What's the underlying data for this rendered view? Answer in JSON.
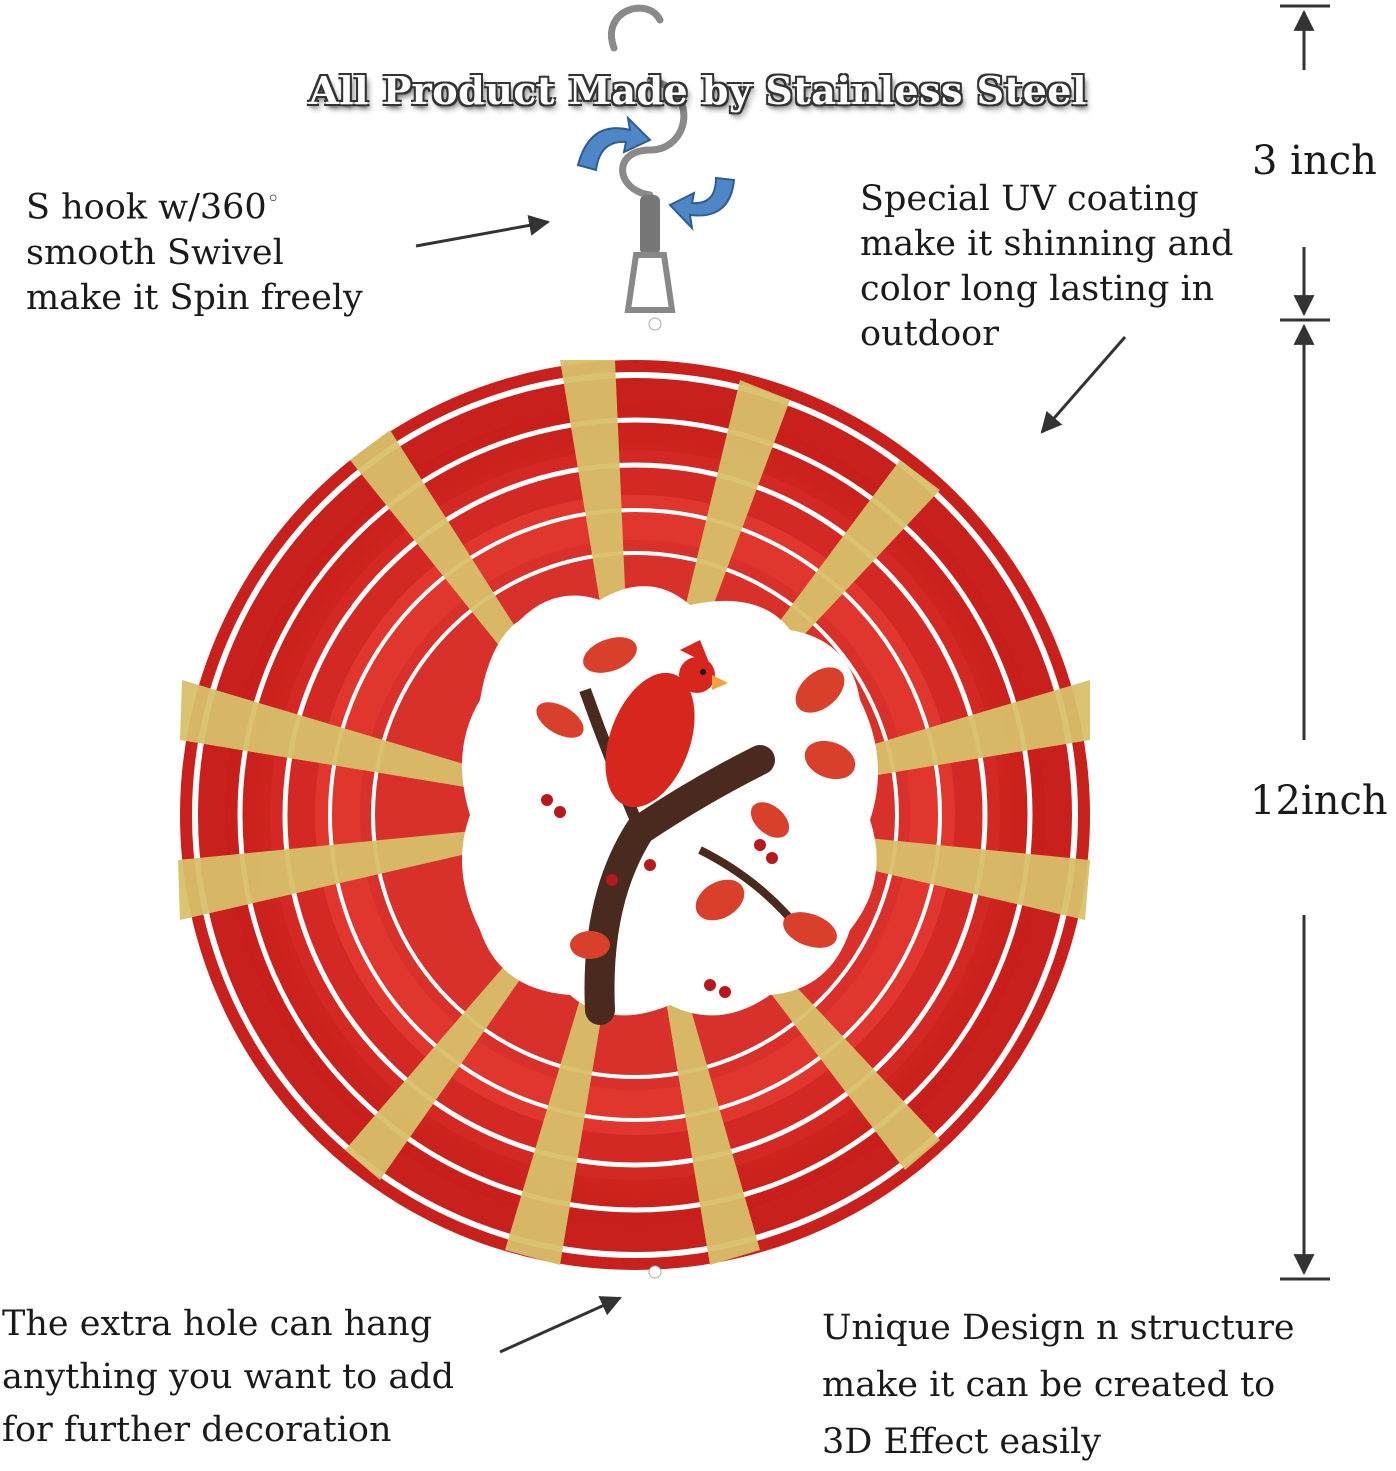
{
  "headline": "All Product Made by Stainless Steel",
  "callouts": {
    "hook": {
      "lines": [
        "S hook w/360",
        "smooth Swivel",
        "make it Spin freely"
      ],
      "degree": "◦"
    },
    "coating": {
      "lines": [
        "Special UV coating",
        "make it shinning and",
        "color long lasting in",
        "outdoor"
      ]
    },
    "hole": {
      "lines": [
        "The extra hole can hang",
        "anything you want to add",
        "for further decoration"
      ]
    },
    "design": {
      "lines": [
        "Unique Design n structure",
        "make it can be created to",
        "3D Effect easily"
      ]
    }
  },
  "dimensions": {
    "hook_height": "3 inch",
    "spinner_diameter": "12inch"
  },
  "colors": {
    "red": "#d92a26",
    "gold": "#d8c06a",
    "text": "#1a1a1a"
  }
}
